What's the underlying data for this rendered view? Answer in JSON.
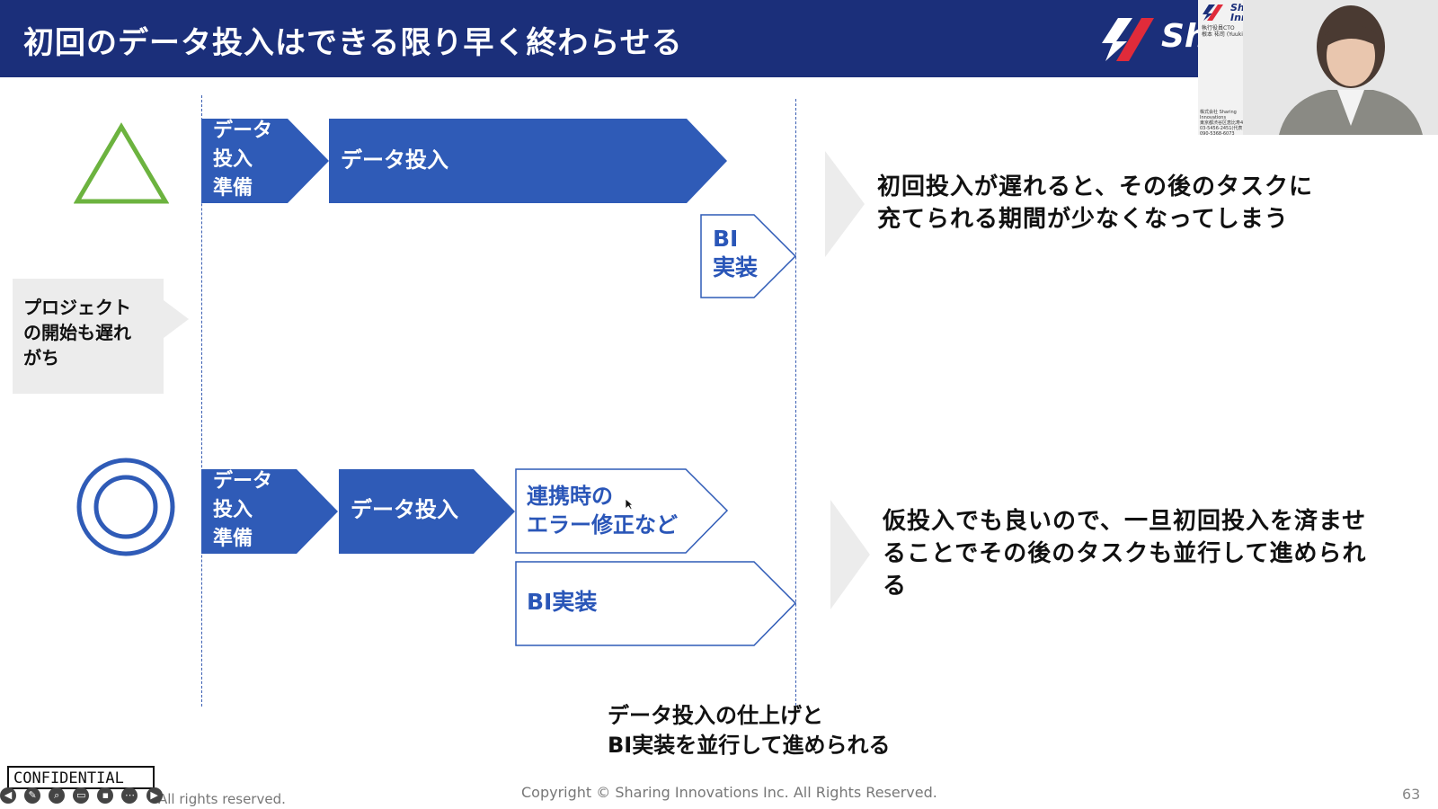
{
  "header": {
    "title": "初回のデータ投入はできる限り早く終わらせる",
    "logo_text": "Sharing Innovations"
  },
  "video_panel": {
    "brand_line1": "Sharing",
    "brand_line2": "Innovations",
    "speaker_title": "執行役員CTO",
    "speaker_name": "根本 祐司 (Yuuki NEMOTO)",
    "company_line1": "株式会社 Sharing Innovations",
    "company_line2": "東京都渋谷区恵比寿4",
    "company_line3": "03-5456-2451(代表)",
    "company_line4": "090-5368-6073"
  },
  "scenario_bad": {
    "rating_icon": "triangle",
    "prep_label": [
      "データ",
      "投入",
      "準備"
    ],
    "input_label": "データ投入",
    "bi_label": [
      "BI",
      "実装"
    ],
    "note": [
      "初回投入が遅れると、その後のタスクに",
      "充てられる期間が少なくなってしまう"
    ]
  },
  "side_note": [
    "プロジェクト",
    "の開始も遅れ",
    "がち"
  ],
  "scenario_good": {
    "rating_icon": "double-circle",
    "prep_label": [
      "データ",
      "投入",
      "準備"
    ],
    "input_label": "データ投入",
    "fix_label": [
      "連携時の",
      "エラー修正など"
    ],
    "bi_label": "BI実装",
    "note": [
      "仮投入でも良いので、一旦初回投入を済ませ",
      "ることでその後のタスクも並行して進められ",
      "る"
    ]
  },
  "bottom_note": [
    "データ投入の仕上げと",
    "BI実装を並行して進められる"
  ],
  "footer": {
    "confidential": "CONFIDENTIAL",
    "reserved": "All rights reserved.",
    "copyright": "Copyright © Sharing Innovations Inc. All Rights Reserved.",
    "page_number": "63"
  },
  "colors": {
    "header_bg": "#1b2f7a",
    "shape_blue": "#2f5bb7",
    "logo_red": "#e02b3a",
    "triangle_green": "#6cb33f"
  }
}
